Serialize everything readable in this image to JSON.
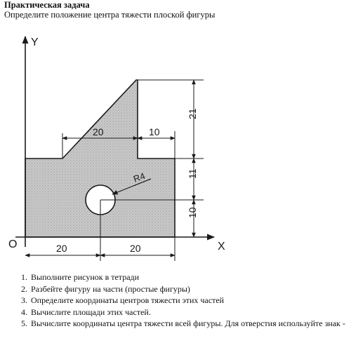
{
  "header": {
    "title": "Практическая задача",
    "subtitle": "Определите положение центра тяжести плоской фигуры"
  },
  "figure": {
    "axis_y_label": "Y",
    "axis_x_label": "X",
    "origin_label": "O",
    "radius_label": "R4",
    "dimensions": {
      "top_width_left": "20",
      "top_width_right": "10",
      "bottom_left": "20",
      "bottom_right": "20",
      "right_top": "21",
      "right_middle": "11",
      "right_bottom": "10"
    },
    "fill_color": "#c9c9c9",
    "line_color": "#1a1a1a"
  },
  "tasks": [
    {
      "num": "1.",
      "text": "Выполните рисунок в тетради"
    },
    {
      "num": "2.",
      "text": "Разбейте фигуру на части (простые фигуры)"
    },
    {
      "num": "3.",
      "text": "Определите координаты центров тяжести этих частей"
    },
    {
      "num": "4.",
      "text": "Вычислите площади этих частей."
    },
    {
      "num": "5.",
      "text": "Вычислите координаты центра тяжести всей фигуры. Для отверстия используйте знак -"
    }
  ]
}
